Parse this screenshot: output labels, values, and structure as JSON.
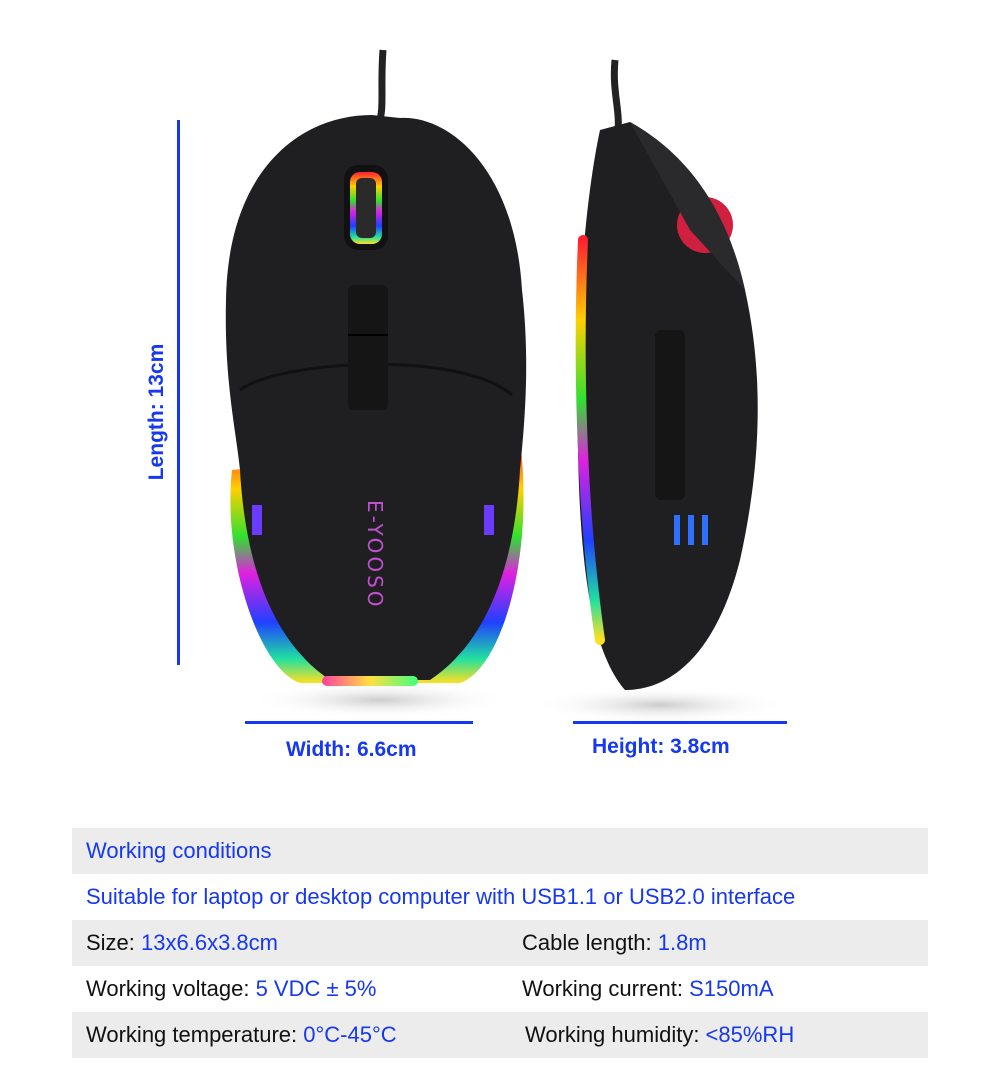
{
  "dimensions": {
    "length": "Length: 13cm",
    "width": "Width: 6.6cm",
    "height": "Height: 3.8cm"
  },
  "logo": "E-YOOSO",
  "specs": {
    "title": "Working conditions",
    "compatibility": "Suitable for laptop or desktop computer with USB1.1 or USB2.0 interface",
    "rows": [
      [
        {
          "label": "Size: ",
          "value": "13x6.6x3.8cm"
        },
        {
          "label": "Cable length: ",
          "value": "1.8m"
        }
      ],
      [
        {
          "label": "Working voltage: ",
          "value": "5 VDC ± 5%"
        },
        {
          "label": "Working current: ",
          "value": "S150mA"
        }
      ],
      [
        {
          "label": "Working temperature: ",
          "value": "0°C-45°C"
        },
        {
          "label": "Working humidity: ",
          "value": "<85%RH"
        }
      ]
    ]
  },
  "colors": {
    "accent": "#1538f0",
    "row_gray": "#ececec"
  }
}
